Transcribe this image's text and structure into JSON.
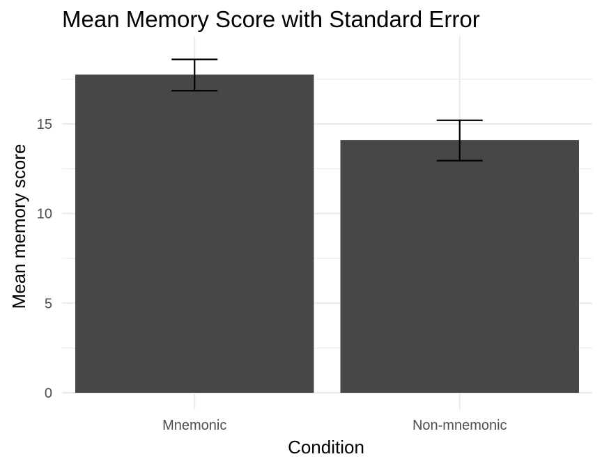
{
  "chart_data": {
    "type": "bar",
    "title": "Mean Memory Score with Standard Error",
    "xlabel": "Condition",
    "ylabel": "Mean memory score",
    "categories": [
      "Mnemonic",
      "Non-mnemonic"
    ],
    "values": [
      17.75,
      14.1
    ],
    "error_lower": [
      16.85,
      12.95
    ],
    "error_upper": [
      18.6,
      15.2
    ],
    "ylim": [
      0,
      19.5
    ],
    "yticks": [
      0,
      5,
      10,
      15
    ],
    "ytick_labels": [
      "0",
      "5",
      "10",
      "15"
    ],
    "grid": true,
    "legend": "none",
    "colors": {
      "bar": "#474747",
      "error_bar": "#000000",
      "grid": "#ebebeb"
    }
  }
}
